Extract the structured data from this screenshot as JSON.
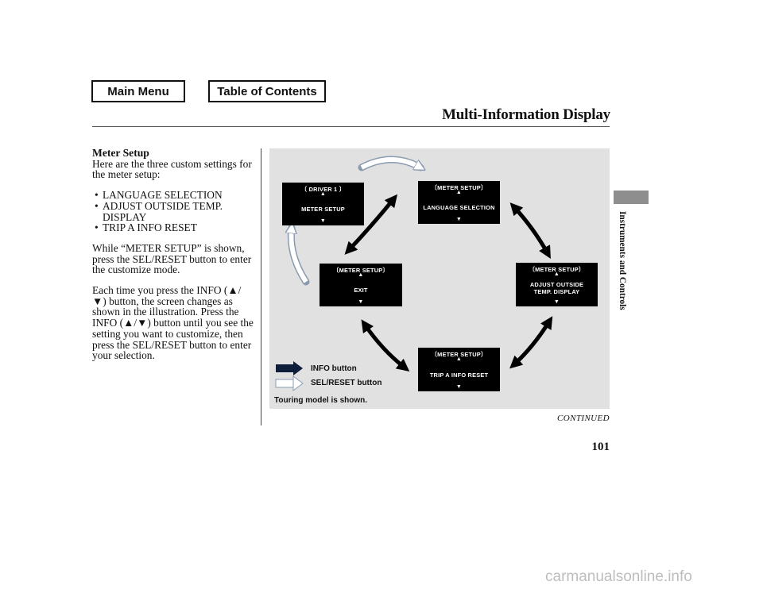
{
  "nav": {
    "main_menu": "Main Menu",
    "table_of_contents": "Table of Contents"
  },
  "header": {
    "title": "Multi-Information Display"
  },
  "body": {
    "heading": "Meter Setup",
    "intro": "Here are the three custom settings for the meter setup:",
    "list": [
      "LANGUAGE SELECTION",
      "ADJUST OUTSIDE TEMP. DISPLAY",
      "TRIP A INFO RESET"
    ],
    "para2": "While “METER SETUP” is shown, press the SEL/RESET button to enter the customize mode.",
    "para3": {
      "a": "Each time you press the INFO (",
      "b": ") button, the screen changes as shown in the illustration. Press the INFO (",
      "c": ") button until you see the setting you want to customize, then press the SEL/RESET button to enter your selection.",
      "up_symbol": "▲",
      "down_symbol": "▼",
      "slash": "/"
    }
  },
  "figure": {
    "screens": {
      "driver": {
        "header": "〔 DRIVER 1 〕",
        "line1": "METER SETUP",
        "line2": ""
      },
      "language": {
        "header": "〔METER SETUP〕",
        "line1": "LANGUAGE SELECTION",
        "line2": ""
      },
      "exit": {
        "header": "〔METER SETUP〕",
        "line1": "EXIT",
        "line2": ""
      },
      "adjust": {
        "header": "〔METER SETUP〕",
        "line1": "ADJUST OUTSIDE",
        "line2": "TEMP. DISPLAY"
      },
      "trip": {
        "header": "〔METER SETUP〕",
        "line1": "TRIP A INFO RESET",
        "line2": ""
      }
    },
    "arrow_up": "▲",
    "arrow_down": "▼",
    "legend": {
      "info": "INFO button",
      "sel": "SEL/RESET button"
    },
    "caption": "Touring model is shown."
  },
  "side_label": "Instruments and Controls",
  "footer": {
    "continued": "CONTINUED",
    "page_number": "101"
  },
  "watermark": "carmanualsonline.info",
  "colors": {
    "figure_bg": "#e1e1e2",
    "screen_bg": "#000000",
    "tab_gray": "#8e8e8e"
  }
}
